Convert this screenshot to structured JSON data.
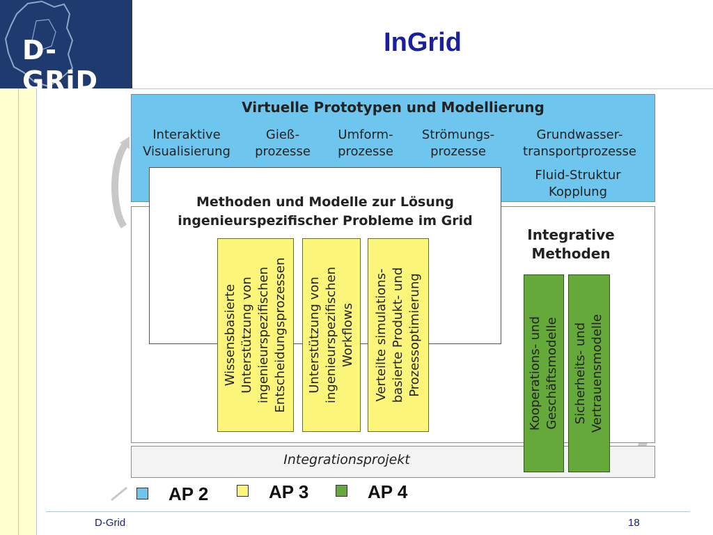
{
  "header": {
    "logo_text": "D-GRiD",
    "title": "InGrid"
  },
  "diagram": {
    "top_box": {
      "title": "Virtuelle Prototypen und Modellierung",
      "items": [
        "Interaktive Visualisierung",
        "Gieß- prozesse",
        "Umform- prozesse",
        "Strömungs- prozesse",
        "Grundwasser- transportprozesse"
      ],
      "extra_item": "Fluid-Struktur Kopplung"
    },
    "methods_box": {
      "title_line1": "Methoden und Modelle zur Lösung",
      "title_line2": "ingenieurspezifischer Probleme im Grid"
    },
    "yellow_columns": [
      {
        "lines": [
          "Wissensbasierte",
          "Unterstützung von",
          "ingenieurspezifischen",
          "Entscheidungsprozessen"
        ]
      },
      {
        "lines": [
          "Unterstützung von",
          "ingenieurspezifischen",
          "Workflows"
        ]
      },
      {
        "lines": [
          "Verteilte simulations-",
          "basierte Produkt- und",
          "Prozessoptimierung"
        ]
      }
    ],
    "integrative": {
      "title_line1": "Integrative",
      "title_line2": "Methoden",
      "columns": [
        {
          "lines": [
            "Kooperations- und",
            "Geschäftsmodelle"
          ]
        },
        {
          "lines": [
            "Sicherheits- und",
            "Vertrauensmodelle"
          ]
        }
      ]
    },
    "integration_project": "Integrationsprojekt"
  },
  "legend": [
    {
      "label": "AP 2",
      "color": "#6ec6ef"
    },
    {
      "label": "AP 3",
      "color": "#fbf57a"
    },
    {
      "label": "AP 4",
      "color": "#65a93a"
    }
  ],
  "footer": {
    "left": "D-Grid",
    "page": "18"
  }
}
